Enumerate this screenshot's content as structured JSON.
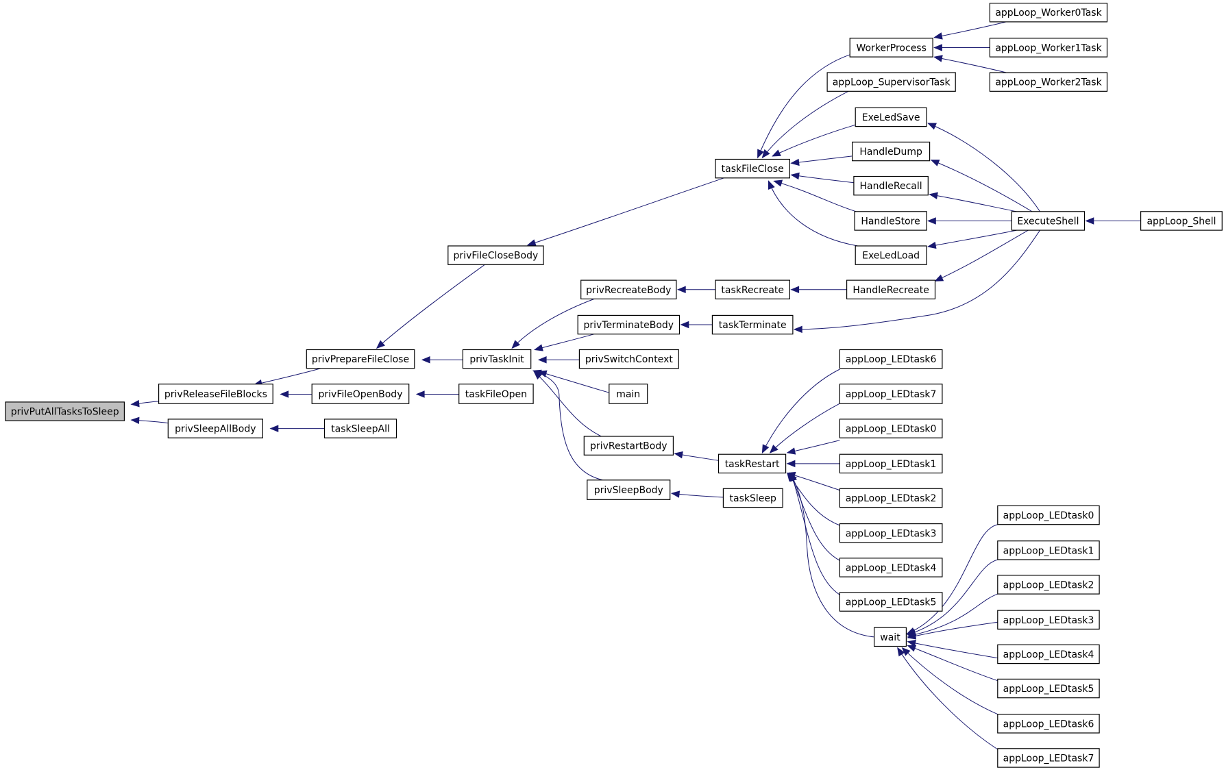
{
  "diagram": {
    "root_node": "privPutAllTasksToSleep",
    "nodes": [
      {
        "id": "privPutAllTasksToSleep",
        "label": "privPutAllTasksToSleep",
        "root": true
      },
      {
        "id": "privReleaseFileBlocks",
        "label": "privReleaseFileBlocks"
      },
      {
        "id": "privSleepAllBody",
        "label": "privSleepAllBody"
      },
      {
        "id": "taskSleepAll",
        "label": "taskSleepAll"
      },
      {
        "id": "privPrepareFileClose",
        "label": "privPrepareFileClose"
      },
      {
        "id": "privFileOpenBody",
        "label": "privFileOpenBody"
      },
      {
        "id": "taskFileOpen",
        "label": "taskFileOpen"
      },
      {
        "id": "privFileCloseBody",
        "label": "privFileCloseBody"
      },
      {
        "id": "privTaskInit",
        "label": "privTaskInit"
      },
      {
        "id": "privRecreateBody",
        "label": "privRecreateBody"
      },
      {
        "id": "privTerminateBody",
        "label": "privTerminateBody"
      },
      {
        "id": "privSwitchContext",
        "label": "privSwitchContext"
      },
      {
        "id": "main",
        "label": "main"
      },
      {
        "id": "privRestartBody",
        "label": "privRestartBody"
      },
      {
        "id": "privSleepBody",
        "label": "privSleepBody"
      },
      {
        "id": "taskFileClose",
        "label": "taskFileClose"
      },
      {
        "id": "taskRecreate",
        "label": "taskRecreate"
      },
      {
        "id": "taskTerminate",
        "label": "taskTerminate"
      },
      {
        "id": "taskRestart",
        "label": "taskRestart"
      },
      {
        "id": "taskSleep",
        "label": "taskSleep"
      },
      {
        "id": "WorkerProcess",
        "label": "WorkerProcess"
      },
      {
        "id": "appLoop_SupervisorTask",
        "label": "appLoop_SupervisorTask"
      },
      {
        "id": "ExeLedSave",
        "label": "ExeLedSave"
      },
      {
        "id": "HandleDump",
        "label": "HandleDump"
      },
      {
        "id": "HandleRecall",
        "label": "HandleRecall"
      },
      {
        "id": "HandleStore",
        "label": "HandleStore"
      },
      {
        "id": "ExeLedLoad",
        "label": "ExeLedLoad"
      },
      {
        "id": "HandleRecreate",
        "label": "HandleRecreate"
      },
      {
        "id": "r_LEDtask6",
        "label": "appLoop_LEDtask6"
      },
      {
        "id": "r_LEDtask7",
        "label": "appLoop_LEDtask7"
      },
      {
        "id": "r_LEDtask0",
        "label": "appLoop_LEDtask0"
      },
      {
        "id": "r_LEDtask1",
        "label": "appLoop_LEDtask1"
      },
      {
        "id": "r_LEDtask2",
        "label": "appLoop_LEDtask2"
      },
      {
        "id": "r_LEDtask3",
        "label": "appLoop_LEDtask3"
      },
      {
        "id": "r_LEDtask4",
        "label": "appLoop_LEDtask4"
      },
      {
        "id": "r_LEDtask5",
        "label": "appLoop_LEDtask5"
      },
      {
        "id": "wait",
        "label": "wait"
      },
      {
        "id": "appLoop_Worker0Task",
        "label": "appLoop_Worker0Task"
      },
      {
        "id": "appLoop_Worker1Task",
        "label": "appLoop_Worker1Task"
      },
      {
        "id": "appLoop_Worker2Task",
        "label": "appLoop_Worker2Task"
      },
      {
        "id": "ExecuteShell",
        "label": "ExecuteShell"
      },
      {
        "id": "appLoop_Shell",
        "label": "appLoop_Shell"
      },
      {
        "id": "w_LEDtask0",
        "label": "appLoop_LEDtask0"
      },
      {
        "id": "w_LEDtask1",
        "label": "appLoop_LEDtask1"
      },
      {
        "id": "w_LEDtask2",
        "label": "appLoop_LEDtask2"
      },
      {
        "id": "w_LEDtask3",
        "label": "appLoop_LEDtask3"
      },
      {
        "id": "w_LEDtask4",
        "label": "appLoop_LEDtask4"
      },
      {
        "id": "w_LEDtask5",
        "label": "appLoop_LEDtask5"
      },
      {
        "id": "w_LEDtask6",
        "label": "appLoop_LEDtask6"
      },
      {
        "id": "w_LEDtask7",
        "label": "appLoop_LEDtask7"
      }
    ],
    "edges": [
      {
        "from": "privReleaseFileBlocks",
        "to": "privPutAllTasksToSleep"
      },
      {
        "from": "privSleepAllBody",
        "to": "privPutAllTasksToSleep"
      },
      {
        "from": "taskSleepAll",
        "to": "privSleepAllBody"
      },
      {
        "from": "privPrepareFileClose",
        "to": "privReleaseFileBlocks"
      },
      {
        "from": "privFileOpenBody",
        "to": "privReleaseFileBlocks"
      },
      {
        "from": "taskFileOpen",
        "to": "privFileOpenBody"
      },
      {
        "from": "privFileCloseBody",
        "to": "privPrepareFileClose"
      },
      {
        "from": "privTaskInit",
        "to": "privPrepareFileClose"
      },
      {
        "from": "taskFileClose",
        "to": "privFileCloseBody"
      },
      {
        "from": "privRecreateBody",
        "to": "privTaskInit"
      },
      {
        "from": "privTerminateBody",
        "to": "privTaskInit"
      },
      {
        "from": "privSwitchContext",
        "to": "privTaskInit"
      },
      {
        "from": "main",
        "to": "privTaskInit"
      },
      {
        "from": "privRestartBody",
        "to": "privTaskInit"
      },
      {
        "from": "privSleepBody",
        "to": "privTaskInit"
      },
      {
        "from": "taskRecreate",
        "to": "privRecreateBody"
      },
      {
        "from": "taskTerminate",
        "to": "privTerminateBody"
      },
      {
        "from": "taskRestart",
        "to": "privRestartBody"
      },
      {
        "from": "taskSleep",
        "to": "privSleepBody"
      },
      {
        "from": "WorkerProcess",
        "to": "taskFileClose"
      },
      {
        "from": "appLoop_SupervisorTask",
        "to": "taskFileClose"
      },
      {
        "from": "ExeLedSave",
        "to": "taskFileClose"
      },
      {
        "from": "HandleDump",
        "to": "taskFileClose"
      },
      {
        "from": "HandleRecall",
        "to": "taskFileClose"
      },
      {
        "from": "HandleStore",
        "to": "taskFileClose"
      },
      {
        "from": "ExeLedLoad",
        "to": "taskFileClose"
      },
      {
        "from": "HandleRecreate",
        "to": "taskRecreate"
      },
      {
        "from": "r_LEDtask6",
        "to": "taskRestart"
      },
      {
        "from": "r_LEDtask7",
        "to": "taskRestart"
      },
      {
        "from": "r_LEDtask0",
        "to": "taskRestart"
      },
      {
        "from": "r_LEDtask1",
        "to": "taskRestart"
      },
      {
        "from": "r_LEDtask2",
        "to": "taskRestart"
      },
      {
        "from": "r_LEDtask3",
        "to": "taskRestart"
      },
      {
        "from": "r_LEDtask4",
        "to": "taskRestart"
      },
      {
        "from": "r_LEDtask5",
        "to": "taskRestart"
      },
      {
        "from": "wait",
        "to": "taskRestart"
      },
      {
        "from": "appLoop_Worker0Task",
        "to": "WorkerProcess"
      },
      {
        "from": "appLoop_Worker1Task",
        "to": "WorkerProcess"
      },
      {
        "from": "appLoop_Worker2Task",
        "to": "WorkerProcess"
      },
      {
        "from": "ExecuteShell",
        "to": "ExeLedSave"
      },
      {
        "from": "ExecuteShell",
        "to": "HandleDump"
      },
      {
        "from": "ExecuteShell",
        "to": "HandleRecall"
      },
      {
        "from": "ExecuteShell",
        "to": "HandleStore"
      },
      {
        "from": "ExecuteShell",
        "to": "ExeLedLoad"
      },
      {
        "from": "ExecuteShell",
        "to": "HandleRecreate"
      },
      {
        "from": "ExecuteShell",
        "to": "taskTerminate"
      },
      {
        "from": "appLoop_Shell",
        "to": "ExecuteShell"
      },
      {
        "from": "w_LEDtask0",
        "to": "wait"
      },
      {
        "from": "w_LEDtask1",
        "to": "wait"
      },
      {
        "from": "w_LEDtask2",
        "to": "wait"
      },
      {
        "from": "w_LEDtask3",
        "to": "wait"
      },
      {
        "from": "w_LEDtask4",
        "to": "wait"
      },
      {
        "from": "w_LEDtask5",
        "to": "wait"
      },
      {
        "from": "w_LEDtask6",
        "to": "wait"
      },
      {
        "from": "w_LEDtask7",
        "to": "wait"
      }
    ]
  }
}
